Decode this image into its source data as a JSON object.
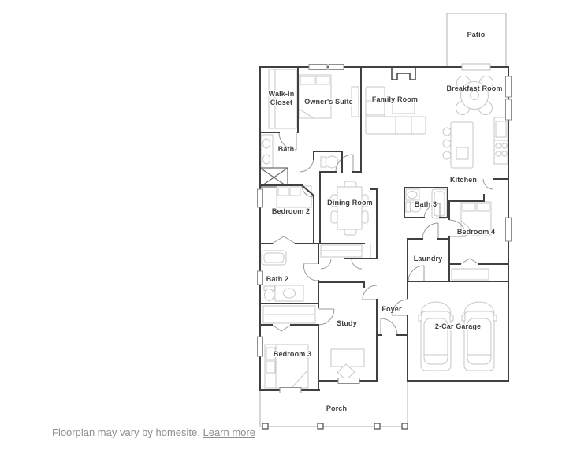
{
  "colors": {
    "background": "#ffffff",
    "wall": "#404040",
    "furniture": "#c7c7c7",
    "door_swing": "#9a9a9a",
    "label_text": "#3e3e3e",
    "footer_text": "#8e8e8e"
  },
  "rooms": {
    "patio": "Patio",
    "walk_in_closet_line1": "Walk-In",
    "walk_in_closet_line2": "Closet",
    "owners_suite": "Owner's Suite",
    "family_room": "Family Room",
    "breakfast_room": "Breakfast Room",
    "bath": "Bath",
    "kitchen": "Kitchen",
    "bedroom_2": "Bedroom 2",
    "dining_room": "Dining Room",
    "bath_3": "Bath 3",
    "bedroom_4": "Bedroom 4",
    "laundry": "Laundry",
    "bath_2": "Bath 2",
    "foyer": "Foyer",
    "study": "Study",
    "garage": "2-Car Garage",
    "bedroom_3": "Bedroom 3",
    "porch": "Porch"
  },
  "footer": {
    "text": "Floorplan may vary by homesite.",
    "link_label": "Learn more"
  }
}
